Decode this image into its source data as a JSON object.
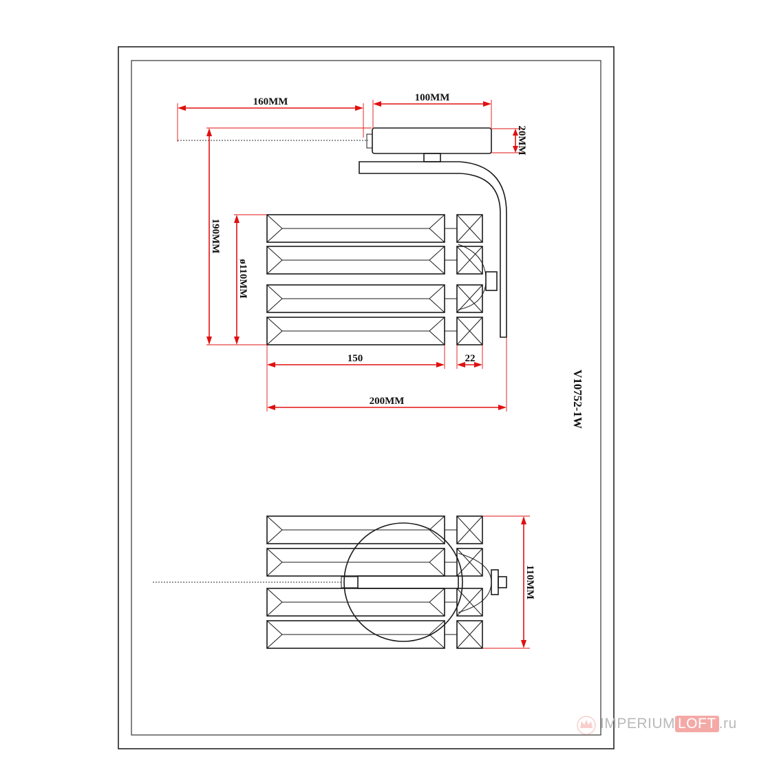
{
  "drawing": {
    "model": "V10752-1W",
    "dimensions": {
      "chain_length": "160MM",
      "backplate_width": "100MM",
      "backplate_depth": "20MM",
      "height": "190MM",
      "diameter": "ø110MM",
      "crystal_length": "150",
      "block_width": "22",
      "total_length": "200MM",
      "front_height": "110MM"
    }
  },
  "watermark": {
    "part_a": "IMPERIUM",
    "part_b": "LOFT",
    "part_c": ".ru"
  },
  "colors": {
    "dimension": "#e01010",
    "line": "#1a1a1a",
    "watermark": "#f4a9a6"
  }
}
